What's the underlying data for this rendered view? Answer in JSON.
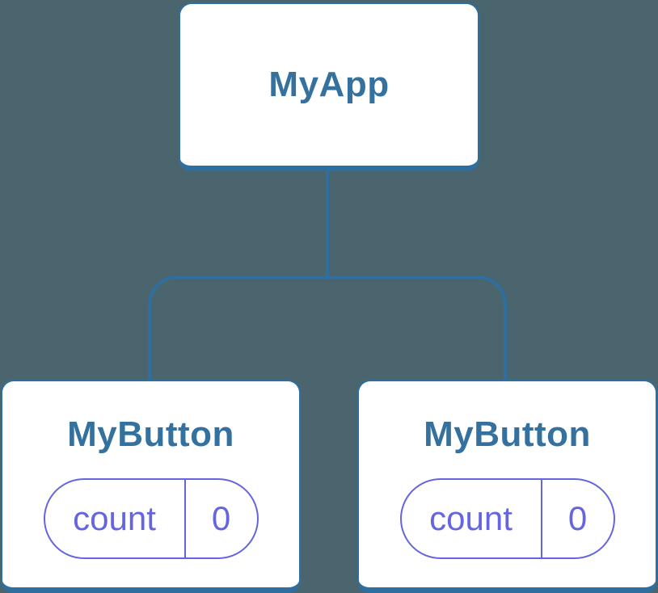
{
  "diagram": {
    "type": "component-tree",
    "colors": {
      "background": "#4A656E",
      "card_background": "#FFFFFF",
      "connector_and_border": "#2F6F9F",
      "title_text": "#35719E",
      "state_pill": "#6565DF"
    },
    "root": {
      "label": "MyApp"
    },
    "children": [
      {
        "label": "MyButton",
        "state": {
          "key": "count",
          "value": "0"
        }
      },
      {
        "label": "MyButton",
        "state": {
          "key": "count",
          "value": "0"
        }
      }
    ]
  }
}
